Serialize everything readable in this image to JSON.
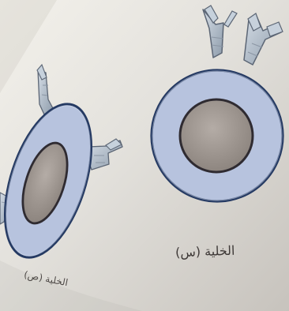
{
  "labels": {
    "cell_s": "الخلية (س)",
    "cell_other": "الخلية (ص)"
  },
  "colors": {
    "paper": "#d8d5cf",
    "membrane": "#b7c3de",
    "membrane_outline": "#253a63",
    "nucleus": "#a39b95",
    "nucleus_outline": "#2f2b31",
    "receptor": "#a8b6c4",
    "text": "#3f3a38"
  },
  "structures": {
    "left_cell": "cell-with-nucleus",
    "right_cell": "cell-with-nucleus",
    "surface_receptors": "y-shaped receptors"
  }
}
